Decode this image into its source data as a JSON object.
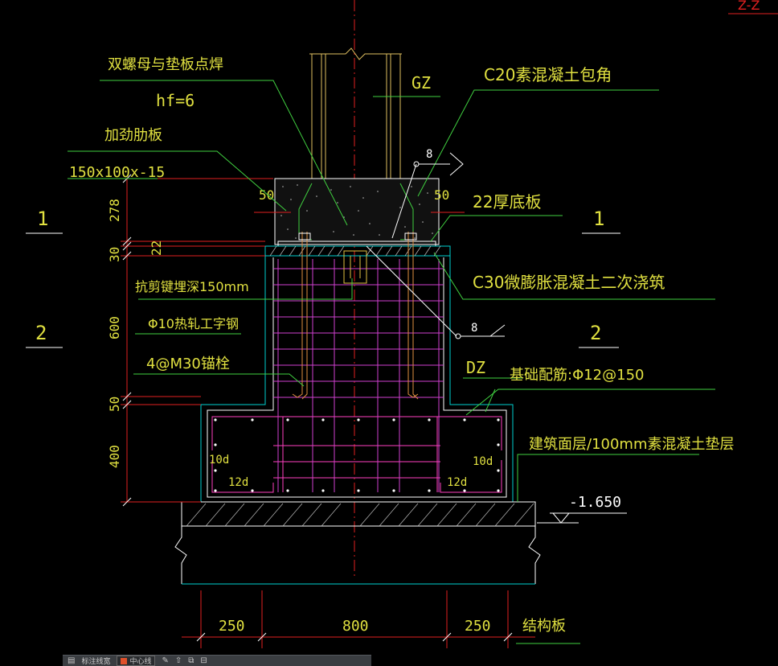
{
  "drawing": {
    "corner_mark": "Z-Z",
    "labels": {
      "weld": "双螺母与垫板点焊",
      "hf": "hf=6",
      "rib": "加劲肋板",
      "rib_size": "150x100x-15",
      "gz": "GZ",
      "c20": "C20素混凝土包角",
      "plate": "22厚底板",
      "c30": "C30微膨胀混凝土二次浇筑",
      "shear_key": "抗剪键埋深150mm",
      "i_beam": "Φ10热轧工字钢",
      "anchor": "4@M30锚栓",
      "dz": "DZ",
      "rebar": "基础配筋:Φ12@150",
      "floor": "建筑面层/100mm素混凝土垫层",
      "elev": "-1.650",
      "slab": "结构板",
      "weld_size_top": "8",
      "weld_size_mid": "8",
      "d10_left": "10d",
      "d10_right": "10d",
      "d12_left": "12d",
      "d12_right": "12d"
    },
    "section_marks": {
      "left_1": "1",
      "left_2": "2",
      "right_1": "1",
      "right_2": "2"
    },
    "dims_vertical": [
      "278",
      "30",
      "22",
      "600",
      "50",
      "400"
    ],
    "dims_horizontal": [
      "250",
      "800",
      "250"
    ],
    "dims_side": [
      "50",
      "50"
    ]
  },
  "statusbar": {
    "tool1": "▤",
    "tool2": "标注线宽",
    "layer": "中心线",
    "icons": [
      "✎",
      "⇧",
      "⧉",
      "⊟"
    ]
  }
}
